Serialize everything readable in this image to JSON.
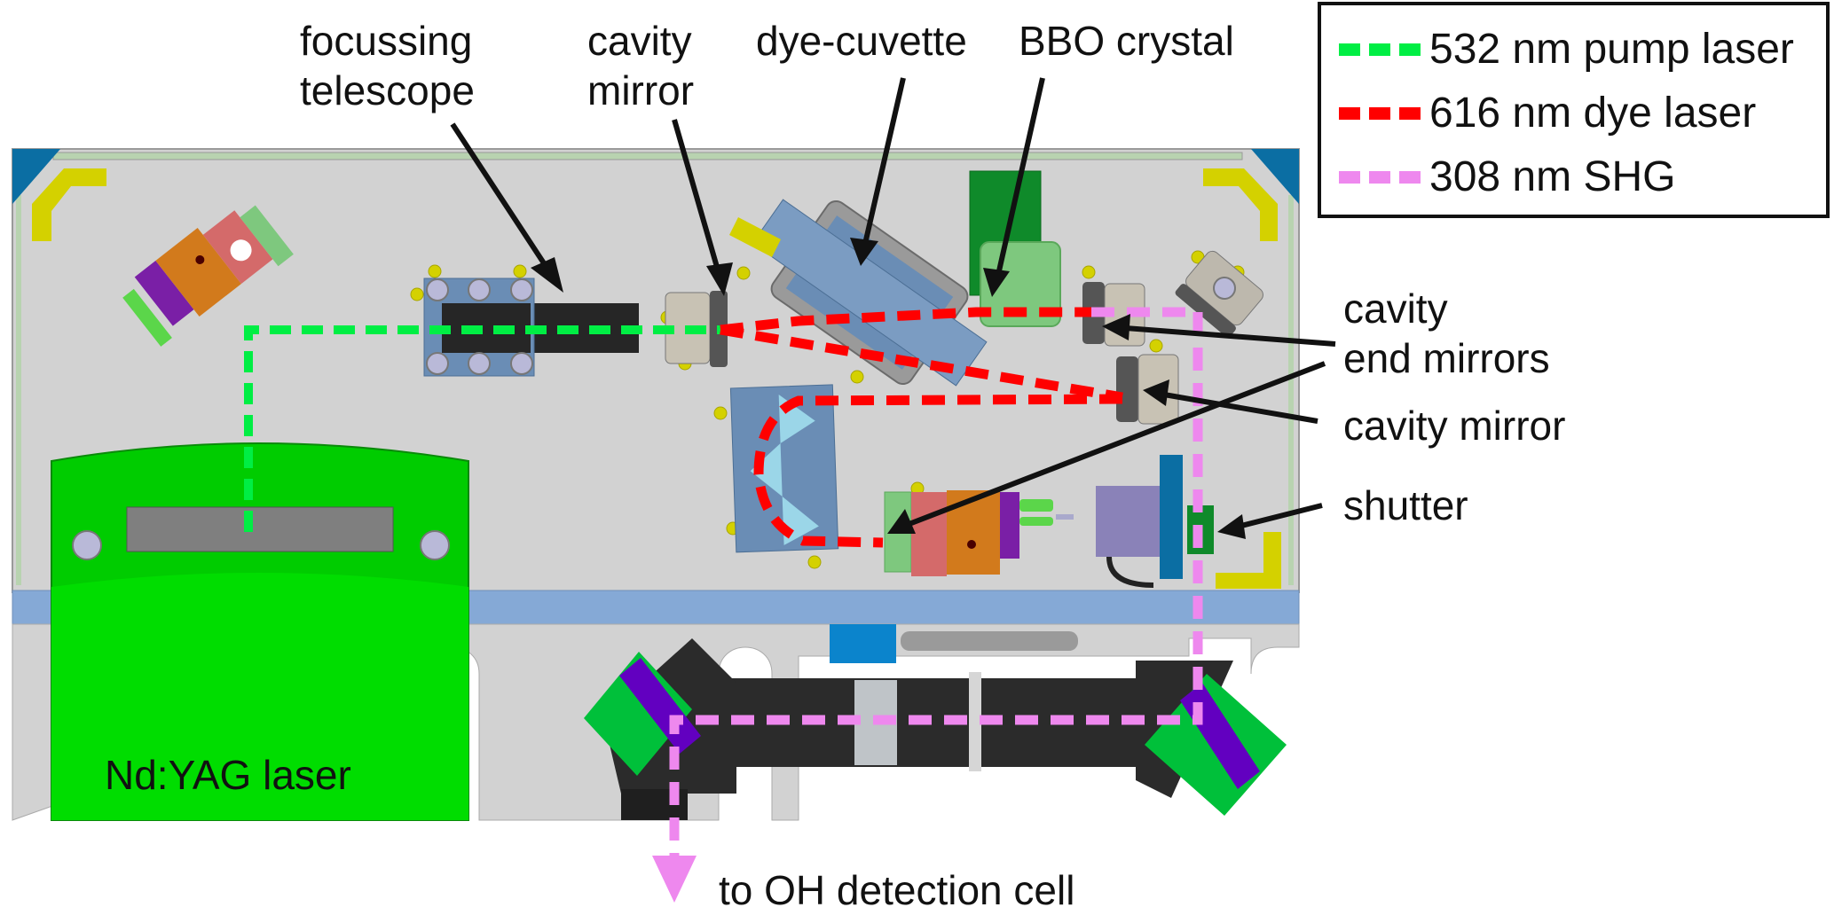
{
  "figure": {
    "title": "Dye laser optical layout (top view)",
    "labels": {
      "focussing_telescope": [
        "focussing",
        "telescope"
      ],
      "cavity_mirror_top": [
        "cavity",
        "mirror"
      ],
      "dye_cuvette": "dye-cuvette",
      "bbo_crystal": "BBO crystal",
      "cavity_end_mirrors": [
        "cavity",
        "end mirrors"
      ],
      "cavity_mirror_right": "cavity mirror",
      "shutter": "shutter",
      "nd_yag_laser": "Nd:YAG laser",
      "output": "to OH detection cell"
    }
  },
  "legend": {
    "items": [
      {
        "label": "532 nm pump laser",
        "color": "#00ee44"
      },
      {
        "label": "616 nm dye laser",
        "color": "#ff0000"
      },
      {
        "label": "308 nm SHG",
        "color": "#ee88ee"
      }
    ]
  },
  "colors": {
    "pump_beam": "#00ee44",
    "dye_beam": "#ff0000",
    "shg_beam": "#ee88ee",
    "baseplate": "#d2d2d2",
    "rail": "#85a9d6",
    "yag_body": "#00cc00",
    "mount_blue": "#6a8db5",
    "arrow": "#111111"
  }
}
